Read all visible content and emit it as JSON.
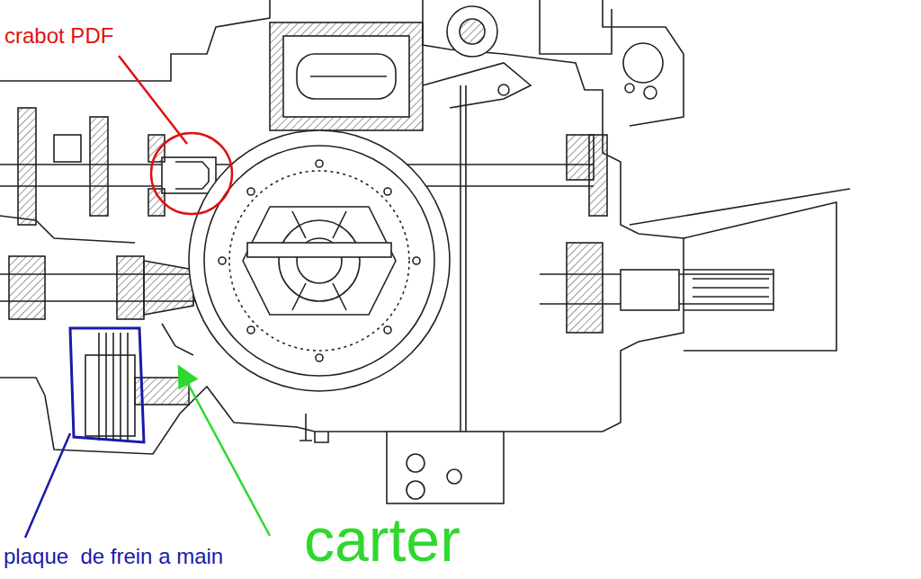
{
  "diagram": {
    "labels": [
      "crabot PDF",
      "plaque  de frein a main",
      "carter"
    ]
  }
}
